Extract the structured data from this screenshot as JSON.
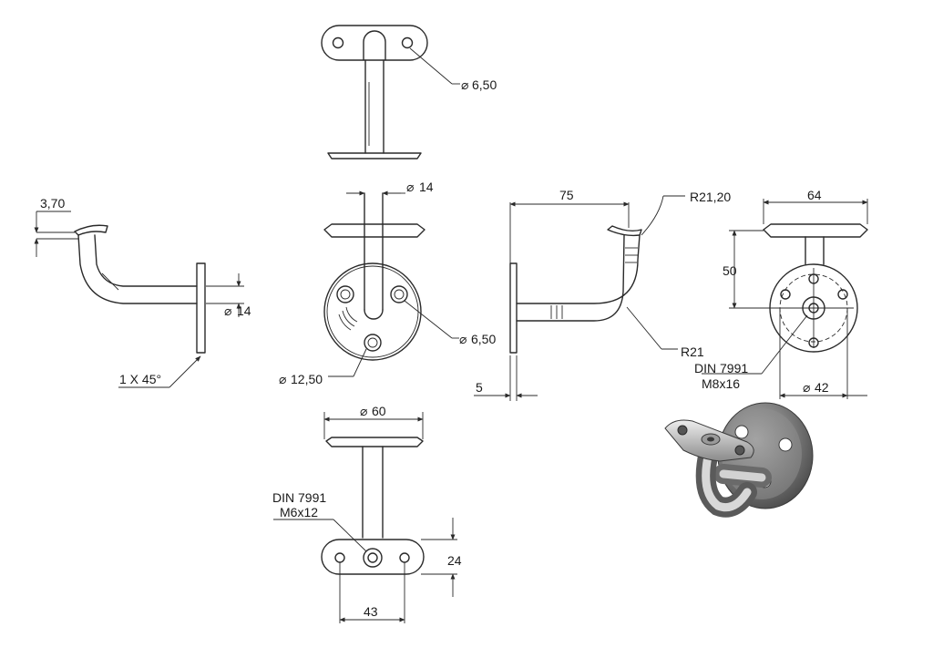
{
  "diameter_symbol": "⌀",
  "dimensions": {
    "hole_top_view": "6,50",
    "tube_front": "14",
    "plate_thickness_left": "3,70",
    "tube_side": "14",
    "chamfer": "1 X 45°",
    "hole_front_view": "6,50",
    "center_hole_front": "12,50",
    "length_right": "75",
    "radius_top": "R21,20",
    "radius_bend": "R21",
    "base_thickness": "5",
    "saddle_width": "64",
    "height_right": "50",
    "bolt_circle": "42",
    "base_diameter": "60",
    "saddle_length": "24",
    "hole_spacing": "43"
  },
  "callouts": {
    "screw_top_line1": "DIN 7991",
    "screw_top_line2": "M8x16",
    "screw_bottom_line1": "DIN 7991",
    "screw_bottom_line2": "M6x12"
  },
  "colors": {
    "line": "#2a2a2a",
    "render_light": "#d9d9d9",
    "render_mid": "#9a9a9a",
    "render_dark": "#4a4a4a"
  }
}
